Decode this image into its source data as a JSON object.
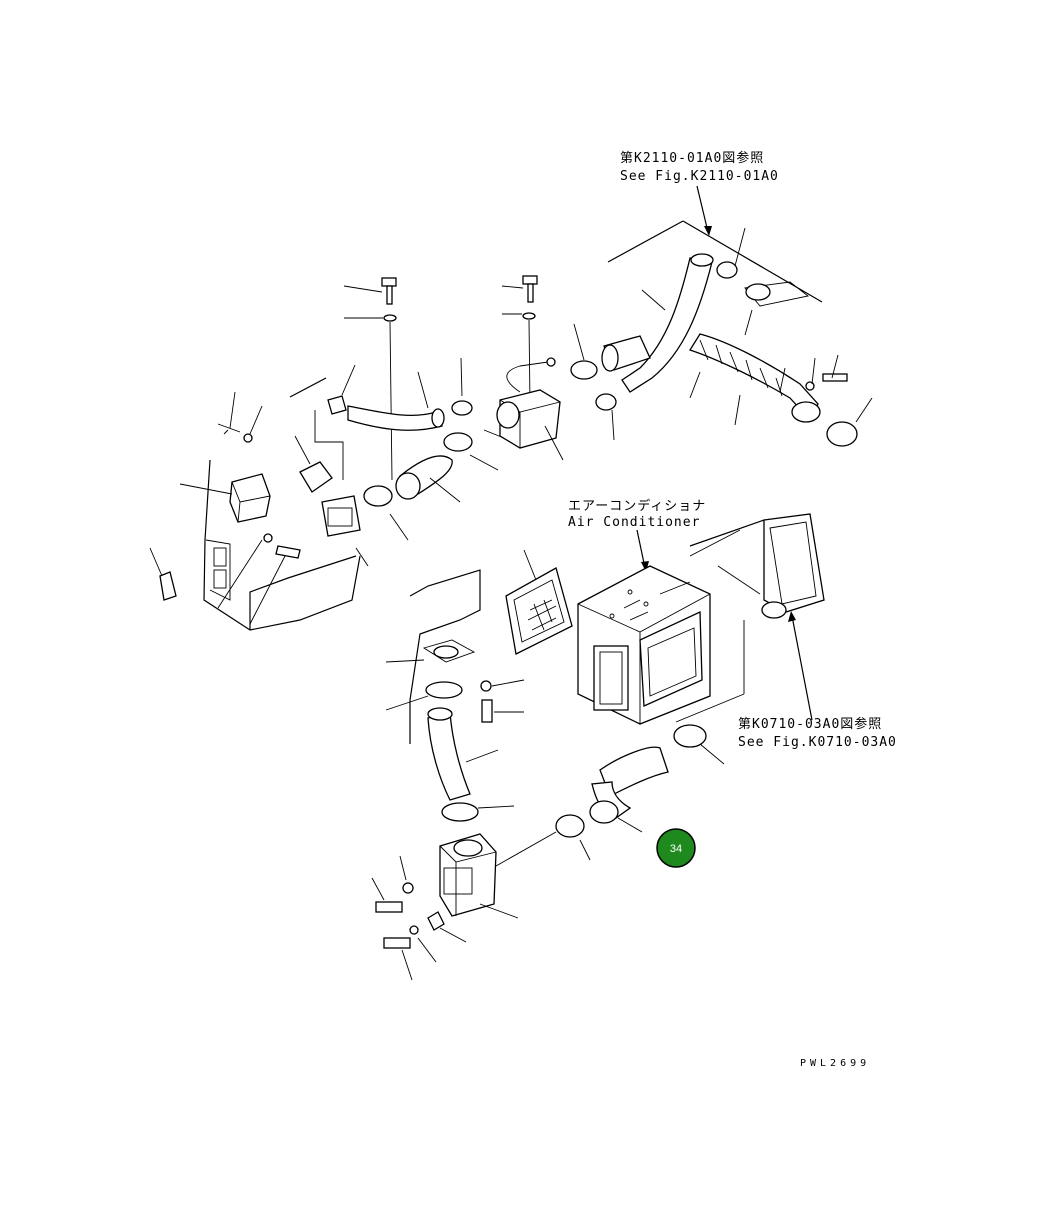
{
  "references": [
    {
      "id": "ref-k2110",
      "ja": "第K2110-01A0図参照",
      "en": "See Fig.K2110-01A0"
    },
    {
      "id": "ref-k0710",
      "ja": "第K0710-03A0図参照",
      "en": "See Fig.K0710-03A0"
    }
  ],
  "component_label": {
    "ja": "エアーコンディショナ",
    "en": "Air Conditioner"
  },
  "badge": {
    "number": "34",
    "color": "#1e8a1e"
  },
  "drawing_id": "PWL2699"
}
